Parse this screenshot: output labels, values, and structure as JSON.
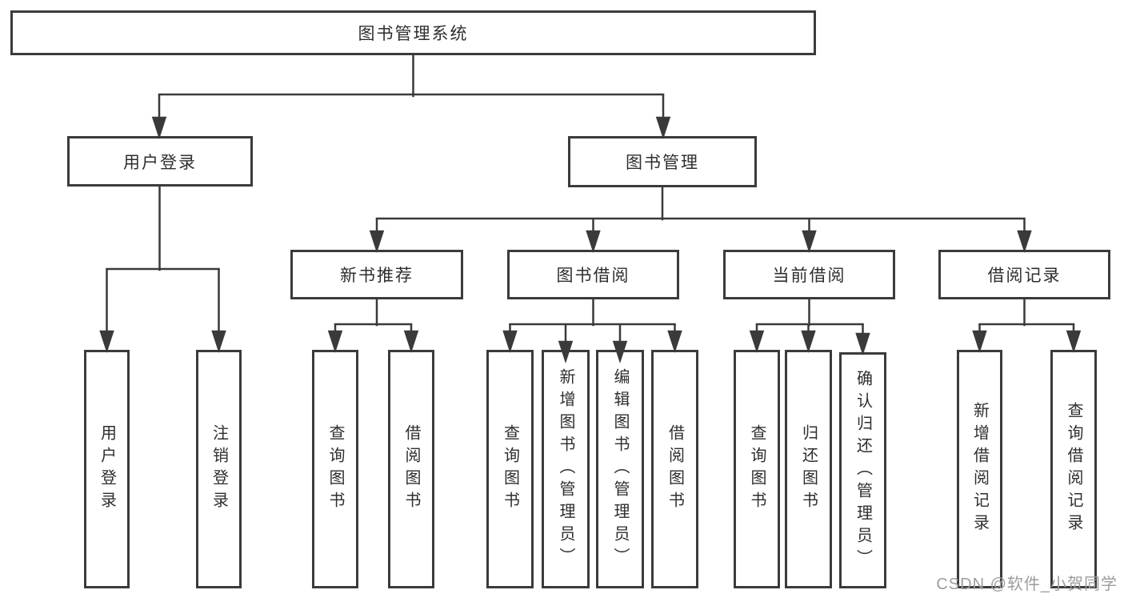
{
  "tree": {
    "root": {
      "label": "图书管理系统"
    },
    "branches": [
      {
        "label": "用户登录",
        "children": [
          {
            "label": "用户登录"
          },
          {
            "label": "注销登录"
          }
        ]
      },
      {
        "label": "图书管理",
        "children": [
          {
            "label": "新书推荐",
            "children": [
              {
                "label": "查询图书"
              },
              {
                "label": "借阅图书"
              }
            ]
          },
          {
            "label": "图书借阅",
            "children": [
              {
                "label": "查询图书"
              },
              {
                "label": "新增图书（管理员）"
              },
              {
                "label": "编辑图书（管理员）"
              },
              {
                "label": "借阅图书"
              }
            ]
          },
          {
            "label": "当前借阅",
            "children": [
              {
                "label": "查询图书"
              },
              {
                "label": "归还图书"
              },
              {
                "label": "确认归还（管理员）"
              }
            ]
          },
          {
            "label": "借阅记录",
            "children": [
              {
                "label": "新增借阅记录"
              },
              {
                "label": "查询借阅记录"
              }
            ]
          }
        ]
      }
    ]
  },
  "watermark": "CSDN @软件_小贺同学",
  "colors": {
    "line": "#3a3a3a",
    "box_border": "#3b3b3b",
    "text": "#2e2e2e",
    "watermark": "#9d9d9d",
    "background": "#ffffff"
  }
}
